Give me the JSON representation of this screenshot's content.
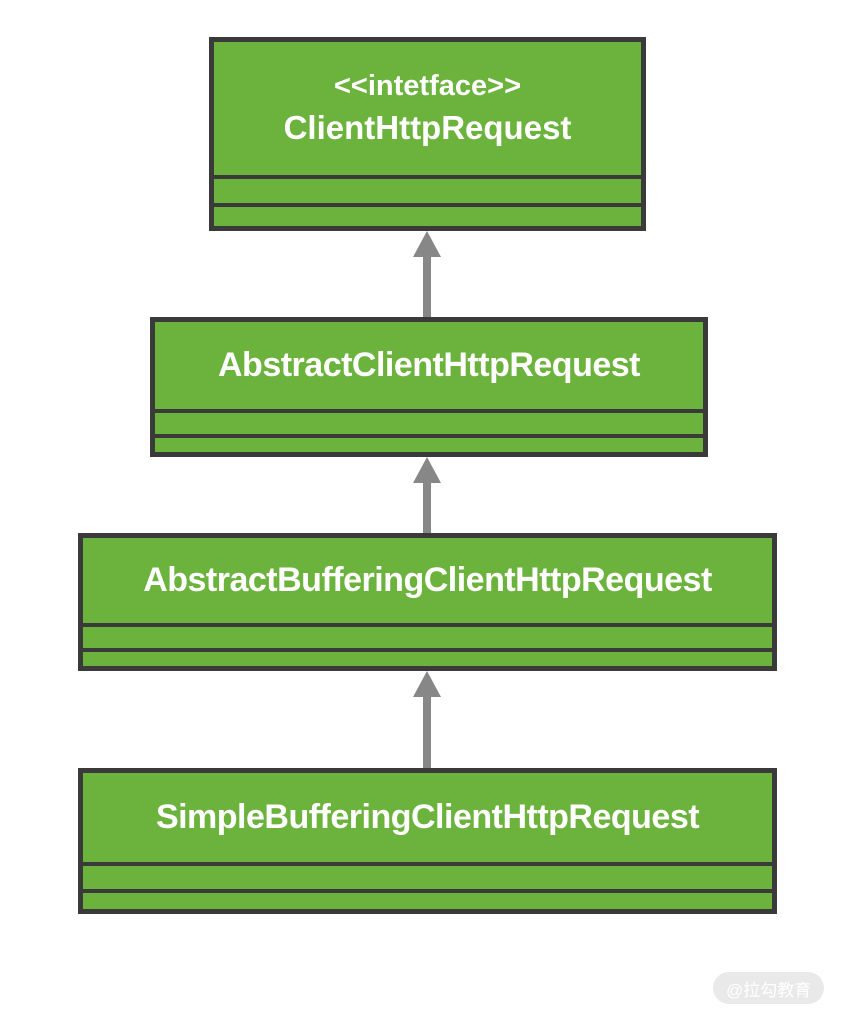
{
  "diagram": {
    "type": "uml-class-inheritance",
    "colors": {
      "box_fill": "#6cb33e",
      "box_border": "#3a3a3a",
      "arrow": "#878787",
      "title_text": "#ffffff",
      "background": "#ffffff",
      "watermark_bg": "#e9e9e9",
      "watermark_text": "#ffffff"
    },
    "classes": [
      {
        "id": "client-http-request",
        "stereotype": "<<intetface>>",
        "name": "ClientHttpRequest",
        "compartments": [
          "",
          ""
        ]
      },
      {
        "id": "abstract-client-http-request",
        "stereotype": "",
        "name": "AbstractClientHttpRequest",
        "compartments": [
          "",
          ""
        ]
      },
      {
        "id": "abstract-buffering-client-http-request",
        "stereotype": "",
        "name": "AbstractBufferingClientHttpRequest",
        "compartments": [
          "",
          ""
        ]
      },
      {
        "id": "simple-buffering-client-http-request",
        "stereotype": "",
        "name": "SimpleBufferingClientHttpRequest",
        "compartments": [
          "",
          ""
        ]
      }
    ],
    "relations": [
      {
        "from": "AbstractClientHttpRequest",
        "to": "ClientHttpRequest",
        "type": "generalization",
        "direction": "up"
      },
      {
        "from": "AbstractBufferingClientHttpRequest",
        "to": "AbstractClientHttpRequest",
        "type": "generalization",
        "direction": "up"
      },
      {
        "from": "SimpleBufferingClientHttpRequest",
        "to": "AbstractBufferingClientHttpRequest",
        "type": "generalization",
        "direction": "up"
      }
    ],
    "watermark": "@拉勾教育"
  }
}
